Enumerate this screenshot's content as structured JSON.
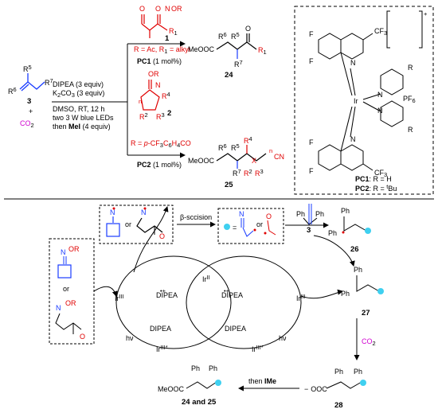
{
  "colors": {
    "red": "#e00000",
    "blue": "#1a3cff",
    "magenta": "#d000d0",
    "cyan": "#3fd0f0"
  },
  "top": {
    "reactant": {
      "r5": "R",
      "r5_sup": "5",
      "r6": "R",
      "r6_sup": "6",
      "r7": "R",
      "r7_sup": "7",
      "num": "3",
      "plus": "+",
      "co2": "CO",
      "co2_sub": "2"
    },
    "conditions": [
      "DIPEA (3 equiv)",
      "K",
      "CO",
      " (3 equiv)",
      "DMSO, RT, 12 h",
      "two 3 W blue LEDs",
      "then ",
      "MeI",
      " (4 equiv)"
    ],
    "oxime1": {
      "o": "O",
      "n": "N",
      "or": "OR",
      "r1": "R",
      "r1_sub": "1",
      "num": "1",
      "def": "R = Ac, R",
      "def_sub": "1",
      "def_tail": " = alkyl",
      "pc": "PC1",
      "pc_tail": " (1 mol%)"
    },
    "oxime2": {
      "or": "OR",
      "n": "N",
      "num": "2",
      "r2": "R",
      "r2_sup": "2",
      "r3": "R",
      "r3_sup": "3",
      "r4": "R",
      "r4_sup": "4",
      "n_sub": "n",
      "def": "R = ",
      "def_formula": "p",
      "def_tail": "-CF",
      "def_tail2": "C",
      "def_tail3": "H",
      "def_tail4": "CO",
      "pc": "PC2",
      "pc_tail": " (1 mol%)"
    },
    "product24": {
      "meooc": "MeOOC",
      "num": "24",
      "o": "O"
    },
    "product25": {
      "meooc": "MeOOC",
      "x": "X",
      "cn": "CN",
      "num": "25"
    },
    "catalyst": {
      "f": "F",
      "cf3": "CF",
      "n": "N",
      "ir": "Ir",
      "r": "R",
      "pf6": "PF",
      "charge": "+",
      "pc1": "PC1",
      "pc1_def": ": R = H",
      "pc2": "PC2",
      "pc2_def": ": R = ",
      "pc2_tbu_sup": "t",
      "pc2_tbu": "Bu"
    }
  },
  "mechanism": {
    "box1": {
      "n": "N",
      "or": "or",
      "o": "O"
    },
    "beta_scission": "β-sccision",
    "box2": {
      "eq": "=",
      "n": "N",
      "or": "or",
      "o": "O"
    },
    "alkene": {
      "ph": "Ph",
      "num": "3"
    },
    "radical26": {
      "ph": "Ph",
      "num": "26"
    },
    "anion27": {
      "ph": "Ph",
      "num": "27"
    },
    "co2": "CO",
    "co2_sub": "2",
    "carboxylate28": {
      "ph": "Ph",
      "ooc": "OOC",
      "minus": "−",
      "num": "28"
    },
    "then": "then ",
    "ime": "IMe",
    "final": {
      "ph": "Ph",
      "meooc": "MeOOC",
      "label": "24 and 25"
    },
    "box3": {
      "or_top": "OR",
      "n": "N",
      "or": "or",
      "or2": "OR",
      "o": "O"
    },
    "cycle_left": {
      "ir3": "Ir",
      "ir3_sup": "III",
      "ir2": "Ir",
      "ir2_sup": "II",
      "ir3s": "Ir",
      "ir3s_sup": "III*",
      "dipea_rad": "DIPEA",
      "dipea_rad_sup": "•+",
      "dipea": "DIPEA",
      "hv": "hν"
    },
    "cycle_right": {
      "ir3": "Ir",
      "ir3_sup": "III",
      "ir3s": "Ir",
      "ir3s_sup": "III*",
      "dipea_rad": "DIPEA",
      "dipea_rad_sup": "•+",
      "dipea": "DIPEA",
      "hv": "hν"
    }
  }
}
